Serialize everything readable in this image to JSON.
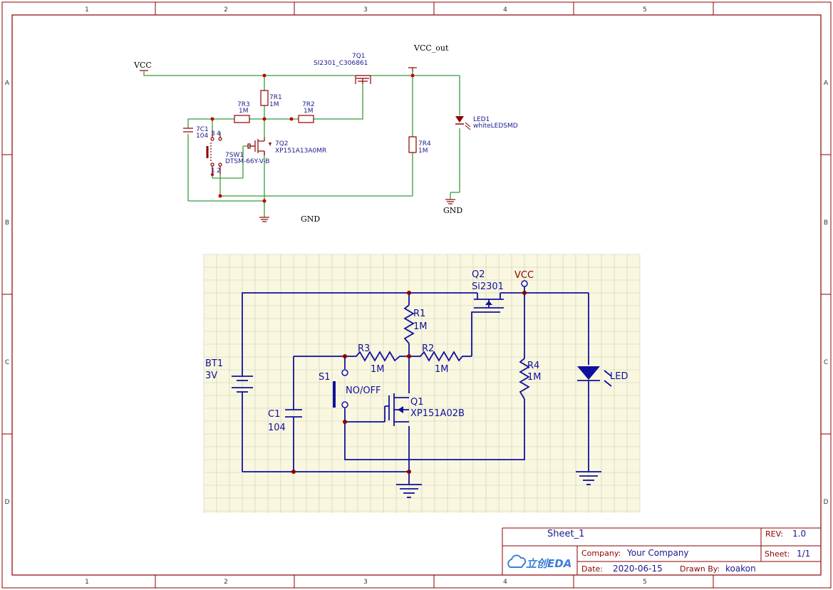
{
  "frame": {
    "col_numbers": [
      "1",
      "2",
      "3",
      "4",
      "5"
    ],
    "row_letters": [
      "A",
      "B",
      "C",
      "D"
    ]
  },
  "schematic": {
    "net_vcc": "VCC",
    "net_vcc_out": "VCC_out",
    "net_gnd_1": "GND",
    "net_gnd_2": "GND",
    "q1_ref": "7Q1",
    "q1_val": "SI2301_C306861",
    "r1_ref": "7R1",
    "r1_val": "1M",
    "r2_ref": "7R2",
    "r2_val": "1M",
    "r3_ref": "7R3",
    "r3_val": "1M",
    "r4_ref": "7R4",
    "r4_val": "1M",
    "c1_ref": "7C1",
    "c1_val": "104",
    "q2_ref": "7Q2",
    "q2_val": "XP151A13A0MR",
    "sw_ref": "7SW1",
    "sw_val": "DTSM-66Y-V-B",
    "sw_pin3": "3",
    "sw_pin4": "4",
    "sw_pin1": "1",
    "sw_pin2": "2",
    "led_ref": "LED1",
    "led_val": "whiteLEDSMD"
  },
  "reference": {
    "q2_ref": "Q2",
    "q2_val": "Si2301",
    "vcc": "VCC",
    "r1_ref": "R1",
    "r1_val": "1M",
    "r3_ref": "R3",
    "r3_val": "1M",
    "r2_ref": "R2",
    "r2_val": "1M",
    "r4_ref": "R4",
    "r4_val": "1M",
    "bt_ref": "BT1",
    "bt_val": "3V",
    "s1_ref": "S1",
    "s1_val": "NO/OFF",
    "q1_ref": "Q1",
    "q1_val": "XP151A02B",
    "c1_ref": "C1",
    "c1_val": "104",
    "led": "LED"
  },
  "title_block": {
    "sheet_name": "Sheet_1",
    "rev_label": "REV:",
    "rev_value": "1.0",
    "company_label": "Company:",
    "company_value": "Your Company",
    "sheet_label": "Sheet:",
    "sheet_value": "1/1",
    "date_label": "Date:",
    "date_value": "2020-06-15",
    "drawn_label": "Drawn By:",
    "drawn_value": "koakon",
    "logo_text": "立创EDA"
  },
  "colors": {
    "frame": "#8b0000",
    "wire": "#3a9a3a",
    "blue": "#1010a0",
    "grid_bg": "#f9f7e0"
  }
}
